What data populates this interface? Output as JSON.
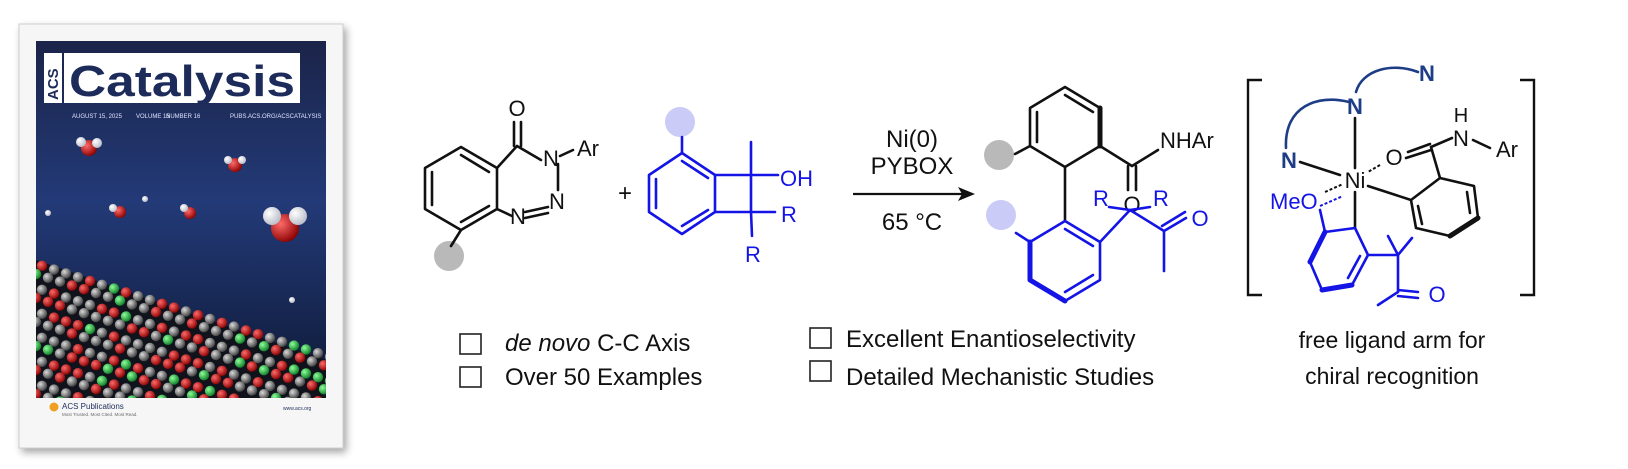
{
  "cover": {
    "journal_abbr": "ACS",
    "journal_name": "Catalysis",
    "date": "AUGUST 15, 2025",
    "volume": "VOLUME 15",
    "number": "NUMBER 16",
    "url": "PUBS.ACS.ORG/ACSCATALYSIS",
    "publisher": "ACS Publications",
    "publisher_tagline": "Most Trusted. Most Cited. Most Read.",
    "site": "www.acs.org"
  },
  "reaction": {
    "plus": "+",
    "conditions": [
      "Ni(0)",
      "PYBOX",
      "65 °C"
    ],
    "reactant1_labels": {
      "O": "O",
      "N3": "N",
      "Ar": "Ar",
      "N2": "N",
      "N1": "N"
    },
    "reactant2_labels": {
      "OH": "OH",
      "R1": "R",
      "R2": "R"
    },
    "product_labels": {
      "NHAr": "NHAr",
      "O": "O",
      "R1": "R",
      "R2": "R",
      "O2": "O"
    }
  },
  "complex": {
    "labels": {
      "N_top": "N",
      "N_mid": "N",
      "N_left": "N",
      "H": "H",
      "N_amide": "N",
      "Ar": "Ar",
      "O_carbonyl": "O",
      "Ni": "Ni",
      "MeO": "MeO",
      "O_ketone": "O"
    },
    "caption": [
      "free ligand arm for",
      "chiral recognition"
    ]
  },
  "features": [
    {
      "italic": "de novo",
      "text": " C-C Axis"
    },
    {
      "italic": "",
      "text": "Over 50 Examples"
    },
    {
      "italic": "",
      "text": "Excellent Enantioselectivity"
    },
    {
      "italic": "",
      "text": "Detailed Mechanistic Studies"
    }
  ],
  "colors": {
    "highlight_blue": "#1414e6",
    "grey_dot": "#b9b9b9",
    "lavender_dot": "#cbcbf7",
    "cover_navy": "#1c2b5a"
  }
}
